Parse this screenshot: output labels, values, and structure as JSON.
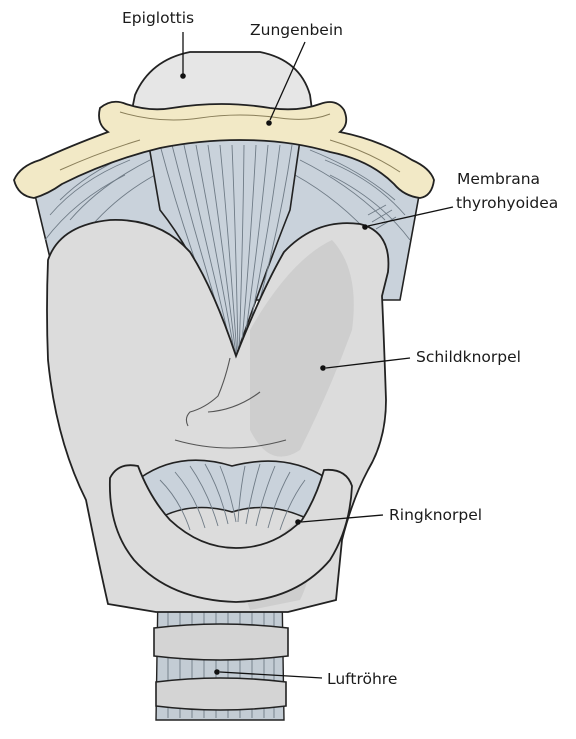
{
  "labels": {
    "epiglottis": "Epiglottis",
    "zungenbein": "Zungenbein",
    "membrana_line1": "Membrana",
    "membrana_line2": "thyrohyoidea",
    "schildknorpel": "Schildknorpel",
    "ringknorpel": "Ringknorpel",
    "luftroehre": "Luftröhre"
  }
}
